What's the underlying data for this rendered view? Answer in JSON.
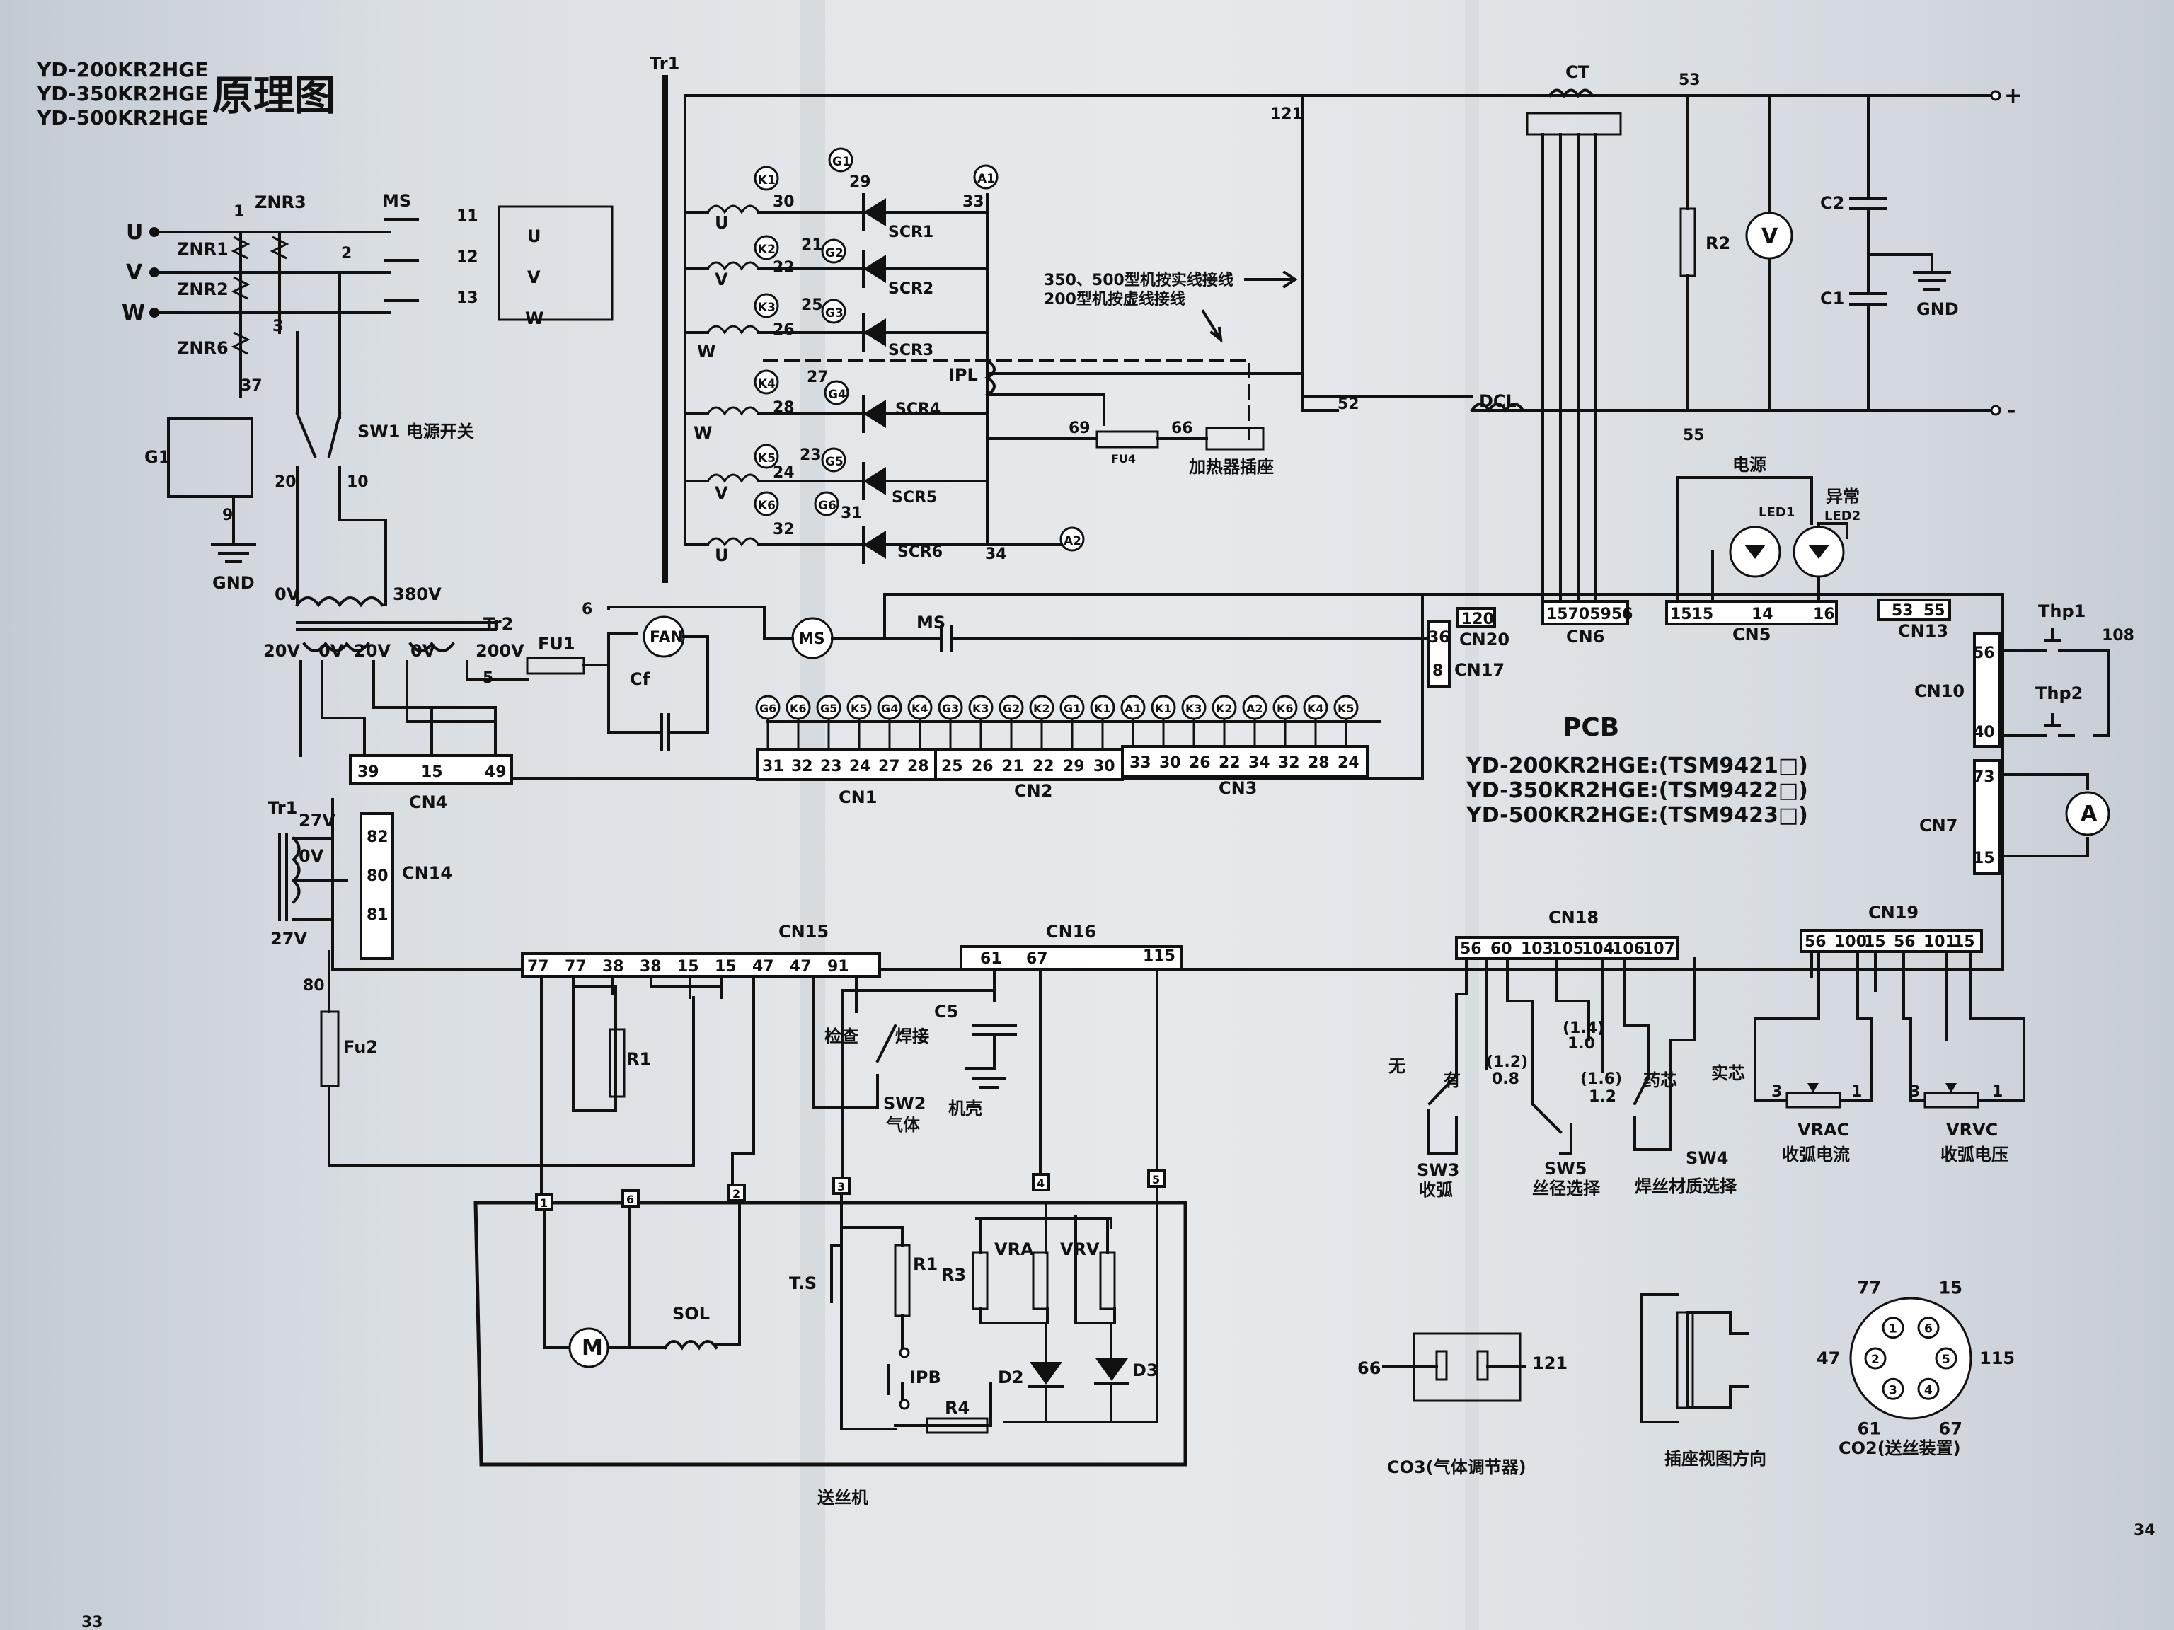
{
  "header": {
    "models": [
      "YD-200KR2HGE",
      "YD-350KR2HGE",
      "YD-500KR2HGE"
    ],
    "title": "原理图"
  },
  "page_numbers": {
    "left": "33",
    "right": "34"
  },
  "input": {
    "phases": [
      "U",
      "V",
      "W"
    ],
    "surge": [
      "ZNR3",
      "ZNR1",
      "ZNR2",
      "ZNR6"
    ],
    "contactor": "MS",
    "nodes": [
      "1",
      "2",
      "3",
      "11",
      "12",
      "13",
      "37",
      "9",
      "20",
      "10"
    ],
    "ground": "GND",
    "ground_device": "G1",
    "power_switch": "SW1 电源开关"
  },
  "transformer": {
    "tr1": "Tr1",
    "tr2": "Tr2",
    "taps": [
      "0V",
      "380V",
      "20V",
      "0V",
      "20V",
      "0V",
      "200V"
    ],
    "fuse1": "FU1",
    "fan": "FAN",
    "cf": "Cf",
    "ms": "MS",
    "node6": "6",
    "node5": "5",
    "tr1_low": [
      "27V",
      "0V",
      "27V"
    ],
    "fuse2": "Fu2",
    "node80": "80"
  },
  "scr_bank": {
    "rows": [
      {
        "k": "K1",
        "k_num": "30",
        "g": "G1",
        "g_num": "29",
        "phase": "U",
        "scr": "SCR1"
      },
      {
        "k": "K2",
        "k_num": "22",
        "g": "G2",
        "g_num": "21",
        "phase": "V",
        "scr": "SCR2"
      },
      {
        "k": "K3",
        "k_num": "26",
        "g": "G3",
        "g_num": "25",
        "phase": "W",
        "scr": "SCR3"
      },
      {
        "k": "K4",
        "k_num": "28",
        "g": "G4",
        "g_num": "27",
        "phase": "W",
        "scr": "SCR4"
      },
      {
        "k": "K5",
        "k_num": "24",
        "g": "G5",
        "g_num": "23",
        "phase": "V",
        "scr": "SCR5"
      },
      {
        "k": "K6",
        "k_num": "32",
        "g": "G6",
        "g_num": "31",
        "phase": "U",
        "scr": "SCR6"
      }
    ],
    "a1": "A1",
    "a1_num": "33",
    "a2": "A2",
    "a2_num": "34",
    "ipl": "IPL",
    "note1": "350、500型机按实线接线",
    "note2": "200型机按虚线接线",
    "fu4": "FU4",
    "n69": "69",
    "n66": "66",
    "n52": "52",
    "n121": "121",
    "heater": "加热器插座"
  },
  "output": {
    "ct": "CT",
    "n53": "53",
    "n55": "55",
    "dcl": "DCL",
    "r2": "R2",
    "v": "V",
    "c2": "C2",
    "c1": "C1",
    "gnd": "GND",
    "plus": "+",
    "minus": "-"
  },
  "pcb": {
    "label": "PCB",
    "variants": [
      "YD-200KR2HGE:(TSM9421□)",
      "YD-350KR2HGE:(TSM9422□)",
      "YD-500KR2HGE:(TSM9423□)"
    ],
    "power_led": "电源",
    "fault_led": "异常",
    "led1": "LED1",
    "led2": "LED2",
    "cn6": {
      "name": "CN6",
      "pins": "15705956"
    },
    "cn5": {
      "name": "CN5",
      "pins": [
        "1515",
        "14",
        "16"
      ]
    },
    "cn13": {
      "name": "CN13",
      "pins": [
        "53",
        "55"
      ]
    },
    "cn20": {
      "name": "CN20",
      "pins": [
        "120"
      ]
    },
    "cn17": {
      "name": "CN17",
      "pins": [
        "36",
        "8"
      ]
    },
    "cn10": {
      "name": "CN10",
      "pins": [
        "56",
        "40"
      ]
    },
    "cn7": {
      "name": "CN7",
      "pins": [
        "73",
        "15"
      ]
    },
    "thp1": "Thp1",
    "thp2": "Thp2",
    "n108": "108",
    "ammeter": "A",
    "gate_labels": [
      "G6",
      "K6",
      "G5",
      "K5",
      "G4",
      "K4",
      "G3",
      "K3",
      "G2",
      "K2",
      "G1",
      "K1",
      "A1",
      "K1",
      "K3",
      "K2",
      "A2",
      "K6",
      "K4",
      "K5"
    ],
    "cn1": {
      "name": "CN1",
      "pins": [
        "31",
        "32",
        "23",
        "24",
        "27",
        "28"
      ]
    },
    "cn2": {
      "name": "CN2",
      "pins": [
        "25",
        "26",
        "21",
        "22",
        "29",
        "30"
      ]
    },
    "cn3": {
      "name": "CN3",
      "pins": [
        "33",
        "30",
        "26",
        "22",
        "34",
        "32",
        "28",
        "24"
      ]
    },
    "cn4": {
      "name": "CN4",
      "pins": [
        "39",
        "15",
        "49"
      ]
    },
    "cn14": {
      "name": "CN14",
      "pins": [
        "82",
        "80",
        "81"
      ]
    }
  },
  "wire_feeder": {
    "cn15": {
      "name": "CN15",
      "pins": [
        "77",
        "77",
        "38",
        "38",
        "15",
        "15",
        "47",
        "47",
        "91"
      ]
    },
    "cn16": {
      "name": "CN16",
      "pins": [
        "61",
        "67",
        "115"
      ]
    },
    "r1": "R1",
    "check": "检查",
    "weld": "焊接",
    "sw2": "SW2",
    "gas": "气体",
    "c5": "C5",
    "chassis": "机壳",
    "terms": [
      "1",
      "6",
      "2",
      "3",
      "4",
      "5"
    ],
    "motor": "M",
    "sol": "SOL",
    "ts": "T.S",
    "r1b": "R1",
    "r3": "R3",
    "vra": "VRA",
    "vrv": "VRV",
    "ipb": "IPB",
    "d2": "D2",
    "d3": "D3",
    "r4": "R4",
    "title": "送丝机"
  },
  "selectors": {
    "cn18": {
      "name": "CN18",
      "pins": [
        "56",
        "60",
        "103",
        "105",
        "104",
        "106",
        "107"
      ]
    },
    "cn19": {
      "name": "CN19",
      "pins": [
        "56",
        "100",
        "15",
        "56",
        "101",
        "15"
      ]
    },
    "sw3": {
      "off": "无",
      "on": "有",
      "name": "SW3",
      "desc": "收弧"
    },
    "sw5": {
      "v14": "(1.4)",
      "v10": "1.0",
      "v12a": "(1.2)",
      "v08": "0.8",
      "v16": "(1.6)",
      "v12": "1.2",
      "name": "SW5",
      "desc": "丝径选择"
    },
    "sw4": {
      "flux": "药芯",
      "solid": "实芯",
      "name": "SW4",
      "desc": "焊丝材质选择"
    },
    "vrac": {
      "name": "VRAC",
      "desc": "收弧电流"
    },
    "vrvc": {
      "name": "VRVC",
      "desc": "收弧电压"
    },
    "pot_pins": [
      "3",
      "1"
    ]
  },
  "connectors": {
    "co3": {
      "left": "66",
      "right": "121",
      "caption": "CO3(气体调节器)"
    },
    "plug": {
      "caption": "插座视图方向"
    },
    "co2": {
      "caption": "CO2(送丝装置)",
      "pins_inner": [
        "1",
        "2",
        "3",
        "4",
        "5",
        "6"
      ],
      "pins_outer": [
        "77",
        "15",
        "47",
        "115",
        "61",
        "67"
      ]
    }
  }
}
